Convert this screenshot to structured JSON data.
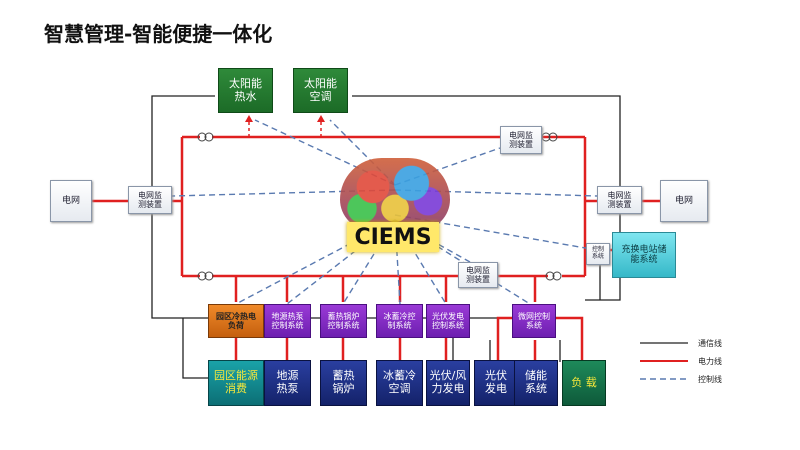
{
  "title": "智慧管理-智能便捷一体化",
  "center_label": "CIEMS",
  "nodes": {
    "solar_hot_water": "太阳能\n热水",
    "solar_ac": "太阳能\n空调",
    "grid_left": "电网",
    "grid_right": "电网",
    "monitor_left": "电网监\n测装置",
    "monitor_right": "电网监\n测装置",
    "monitor_top": "电网监\n测装置",
    "monitor_bottom": "电网监\n测装置",
    "control_small": "控制\n系统",
    "charging_station": "充换电站储\n能系统",
    "park_chp_load": "园区冷热电\n负荷",
    "ground_source_ctrl": "地源热泵\n控制系统",
    "thermal_boiler_ctrl": "蓄热锅炉\n控制系统",
    "ice_storage_ctrl": "冰蓄冷控\n制系统",
    "pv_ctrl": "光伏发电\n控制系统",
    "microgrid_ctrl": "微网控制\n系统",
    "park_energy": "园区能源\n消费",
    "ground_source_pump": "地源\n热泵",
    "thermal_boiler": "蓄热\n锅炉",
    "ice_storage_ac": "冰蓄冷\n空调",
    "pv_wind": "光伏/风\n力发电",
    "pv_power": "光伏\n发电",
    "storage_system": "储能\n系统",
    "load": "负 载"
  },
  "legend": {
    "comm_line": "通信线",
    "power_line": "电力线",
    "control_line": "控制线"
  },
  "colors": {
    "power": "#e02020",
    "comm": "#222222",
    "control": "#5a7ab0"
  }
}
